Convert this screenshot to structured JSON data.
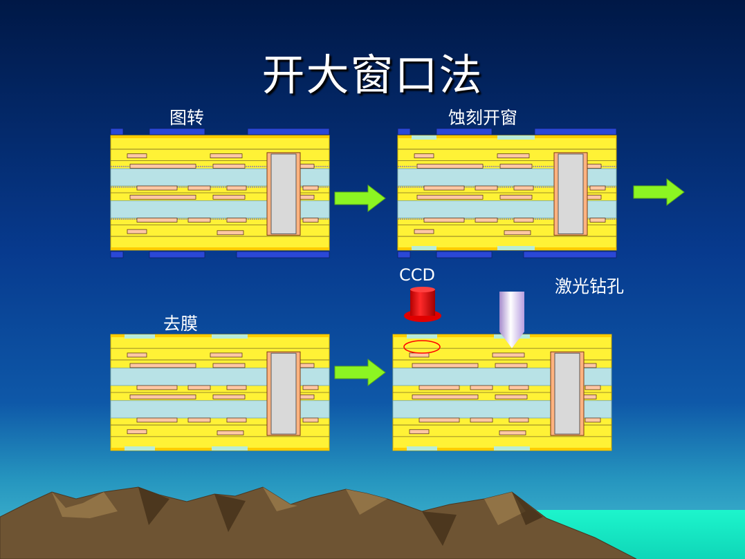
{
  "slide": {
    "title": "开大窗口法",
    "steps": {
      "pattern_transfer": "图转",
      "etch_window": "蚀刻开窗",
      "strip_film": "去膜",
      "laser_drill": "激光钻孔"
    },
    "ccd_label": "CCD"
  },
  "colors": {
    "background_top": "#001a52",
    "background_mid": "#0a3a8c",
    "background_low": "#2a9ec2",
    "prepreg": "#fff236",
    "copper_trace": "#ffc7a3",
    "core": "#b8e2e6",
    "hole_wall": "#ffb380",
    "hole_fill": "#d9d9d9",
    "dry_film": "#2a48d6",
    "window": "#b8ecd8",
    "arrow": "#8cf522",
    "ccd": "#ff0000",
    "laser": "#d9c6f2",
    "mountains": "#6b5332",
    "sea": "#14f2c8"
  }
}
